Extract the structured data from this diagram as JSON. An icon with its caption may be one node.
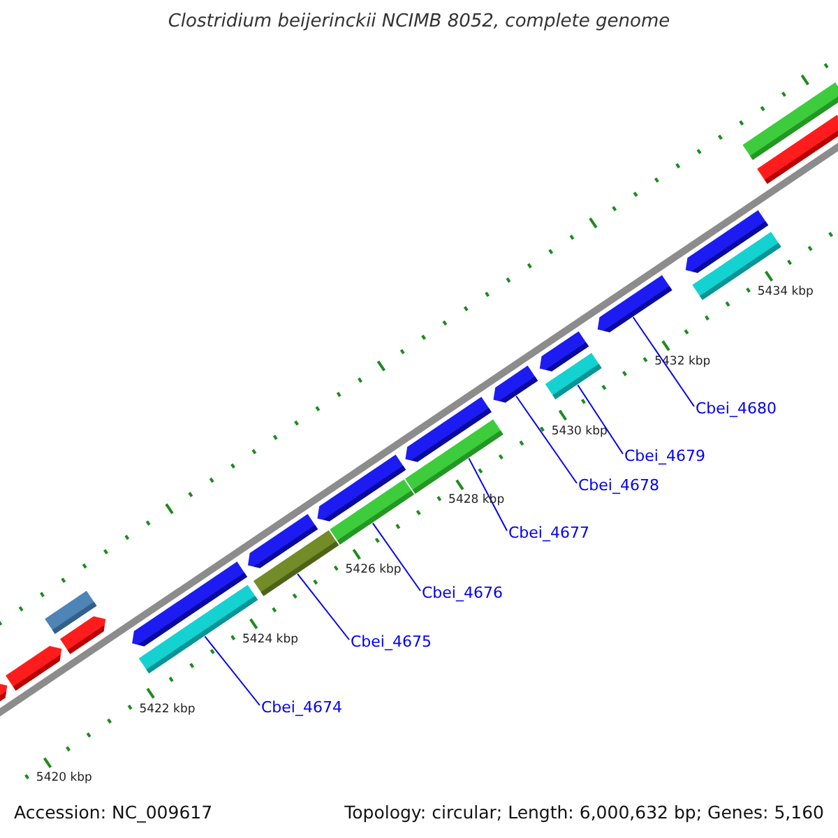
{
  "diagram": {
    "title": "Clostridium beijerinckii NCIMB 8052, complete genome",
    "nodes": [
      {
        "text": [
          "Cbei_4674"
        ]
      },
      {
        "text": [
          "Cbei_4675"
        ]
      },
      {
        "text": [
          "Cbei_4676"
        ]
      },
      {
        "text": [
          "Cbei_4677"
        ]
      },
      {
        "text": [
          "Cbei_4678"
        ]
      },
      {
        "text": [
          "Cbei_4679"
        ]
      },
      {
        "text": [
          "Cbei_4680"
        ]
      },
      {
        "text": [],
        "shape": "arrow"
      },
      {
        "text": [],
        "shape": "arrow"
      },
      {
        "text": [],
        "shape": "arrow"
      },
      {
        "text": [],
        "shape": "arrow"
      },
      {
        "text": [],
        "shape": "arrow"
      },
      {
        "text": [],
        "shape": "arrow"
      },
      {
        "text": [],
        "shape": "arrow"
      },
      {
        "text": [],
        "shape": "arrow"
      },
      {
        "text": [],
        "shape": "bar"
      },
      {
        "text": [],
        "shape": "bar"
      },
      {
        "text": [],
        "shape": "bar"
      },
      {
        "text": [],
        "shape": "bar"
      },
      {
        "text": [],
        "shape": "bar"
      },
      {
        "text": [],
        "shape": "bar"
      },
      {
        "text": [],
        "shape": "arrow"
      },
      {
        "text": [],
        "shape": "arrow"
      },
      {
        "text": [],
        "shape": "arrow"
      },
      {
        "text": [],
        "shape": "bar"
      },
      {
        "text": [],
        "shape": "bar"
      },
      {
        "text": [],
        "shape": "bar"
      }
    ],
    "edges": [
      {
        "from": 0,
        "to": 15,
        "arrow": "none"
      },
      {
        "from": 1,
        "to": 16,
        "arrow": "none"
      },
      {
        "from": 2,
        "to": 17,
        "arrow": "none"
      },
      {
        "from": 3,
        "to": 18,
        "arrow": "none"
      },
      {
        "from": 4,
        "to": 11,
        "arrow": "none"
      },
      {
        "from": 5,
        "to": 19,
        "arrow": "none"
      },
      {
        "from": 6,
        "to": 13,
        "arrow": "none"
      }
    ],
    "labels": [
      "5420 kbp",
      "5422 kbp",
      "5424 kbp",
      "5426 kbp",
      "5428 kbp",
      "5430 kbp",
      "5432 kbp",
      "5434 kbp",
      "Accession: NC_009617",
      "Topology: circular; Length: 6,000,632 bp; Genes: 5,160"
    ]
  }
}
